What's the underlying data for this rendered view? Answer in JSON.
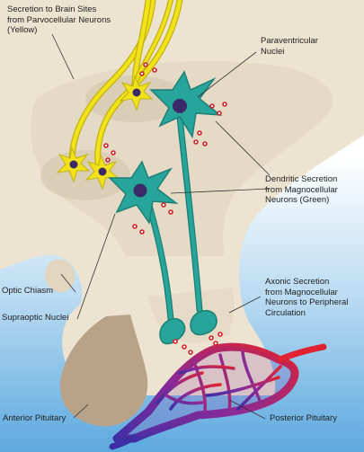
{
  "labels": {
    "parvocellular": "Secretion to Brain Sites\nfrom Parvocellular Neurons\n(Yellow)",
    "paraventricular": "Paraventricular\nNuclei",
    "dendritic": "Dendritic Secretion\nfrom Magnocellular\nNeurons (Green)",
    "optic_chiasm": "Optic Chiasm",
    "supraoptic": "Supraoptic Nuclei",
    "axonic": "Axonic Secretion\nfrom Magnocellular\nNeurons to Peripheral\nCirculation",
    "anterior_pituitary": "Anterior Pituitary",
    "posterior_pituitary": "Posterior Pituitary"
  },
  "colors": {
    "background_top": "#ffffff",
    "background_bottom": "#5da9df",
    "brain_tissue": "#ede3d1",
    "nucleus_region": "#e0d4be",
    "anterior_pituitary": "#b8a388",
    "parvocellular_neuron": "#f1e21b",
    "magnocellular_neuron": "#27a59a",
    "neuron_nucleus": "#3a2a6a",
    "secretion_dots": "#d2252b",
    "capillary_artery": "#d8222c",
    "capillary_vein": "#5b2fa0"
  }
}
